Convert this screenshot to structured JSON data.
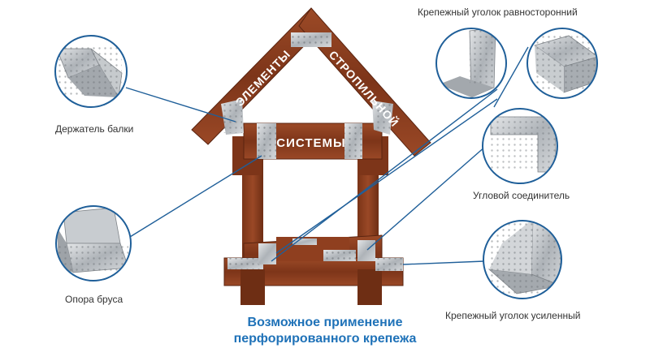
{
  "title": {
    "line1": "Возможное применение",
    "line2": "перфорированного крепежа"
  },
  "frame_text": {
    "left_rafter": "ЭЛЕМЕНТЫ",
    "right_rafter": "СТРОПИЛЬНОЙ",
    "crossbar": "СИСТЕМЫ"
  },
  "callouts": [
    {
      "id": "beam-holder",
      "label": "Держатель балки"
    },
    {
      "id": "beam-support",
      "label": "Опора бруса"
    },
    {
      "id": "equal-angle",
      "label": "Крепежный уголок равносторонний"
    },
    {
      "id": "corner-connector",
      "label": "Угловой соединитель"
    },
    {
      "id": "reinforced-angle",
      "label": "Крепежный уголок усиленный"
    }
  ],
  "colors": {
    "accent": "#1f72b8",
    "wood": "#8a3f22",
    "metal": "#b8bcc0",
    "line": "#1f5f99"
  }
}
